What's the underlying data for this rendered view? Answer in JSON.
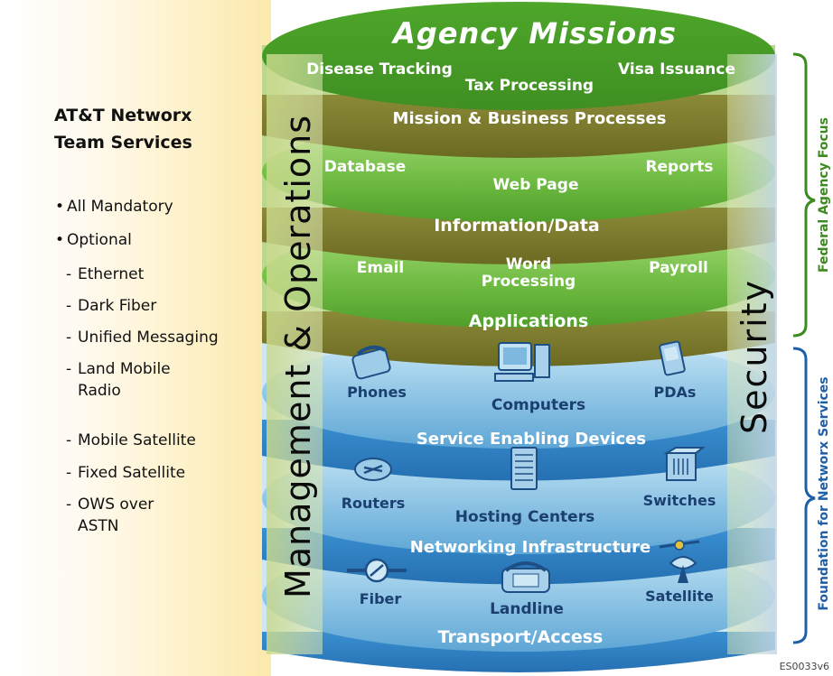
{
  "panel": {
    "title_line1": "AT&T Networx",
    "title_line2": "Team Services",
    "items": [
      {
        "bullet": "bullet",
        "text": "All Mandatory"
      },
      {
        "bullet": "bullet",
        "text": "Optional"
      },
      {
        "bullet": "dash",
        "text": "Ethernet"
      },
      {
        "bullet": "dash",
        "text": "Dark Fiber"
      },
      {
        "bullet": "dash",
        "text": "Unified Messaging"
      },
      {
        "bullet": "dash",
        "text": "Land Mobile"
      },
      {
        "bullet": "none",
        "text": "Radio"
      },
      {
        "bullet": "dash",
        "text": "Mobile Satellite"
      },
      {
        "bullet": "dash",
        "text": "Fixed Satellite"
      },
      {
        "bullet": "dash",
        "text": "OWS over"
      },
      {
        "bullet": "none",
        "text": "ASTN"
      }
    ]
  },
  "columns": {
    "left": "Management & Operations",
    "right": "Security"
  },
  "layers": {
    "top": {
      "title": "Agency Missions",
      "items": [
        "Disease Tracking",
        "Tax Processing",
        "Visa Issuance"
      ]
    },
    "mission_band": "Mission & Business Processes",
    "info": {
      "items": [
        "Database",
        "Web Page",
        "Reports"
      ]
    },
    "info_band": "Information/Data",
    "apps": {
      "items": [
        "Email",
        "Word",
        "Processing",
        "Payroll"
      ]
    },
    "apps_band": "Applications",
    "devices": {
      "items": [
        "Phones",
        "Computers",
        "PDAs"
      ]
    },
    "devices_band": "Service Enabling Devices",
    "network": {
      "items": [
        "Routers",
        "Hosting Centers",
        "Switches"
      ]
    },
    "network_band": "Networking Infrastructure",
    "transport": {
      "items": [
        "Fiber",
        "Landline",
        "Satellite"
      ]
    },
    "transport_band": "Transport/Access"
  },
  "brackets": {
    "upper": "Federal Agency Focus",
    "lower": "Foundation for Networx Services"
  },
  "code": "ES0033v6",
  "colors": {
    "green_light": "#8dd05a",
    "green_dark": "#4e9a28",
    "olive_band": "#7a7a2e",
    "blue_light": "#a9d4ec",
    "blue_dark": "#3d8fc8",
    "blue_band": "#2e7fc0",
    "bracket_green": "#3b8b1e",
    "bracket_blue": "#1f5fa8"
  },
  "icons": [
    "phone-icon",
    "computer-icon",
    "pda-icon",
    "router-icon",
    "server-icon",
    "switch-icon",
    "fiber-icon",
    "landline-icon",
    "satellite-icon"
  ]
}
